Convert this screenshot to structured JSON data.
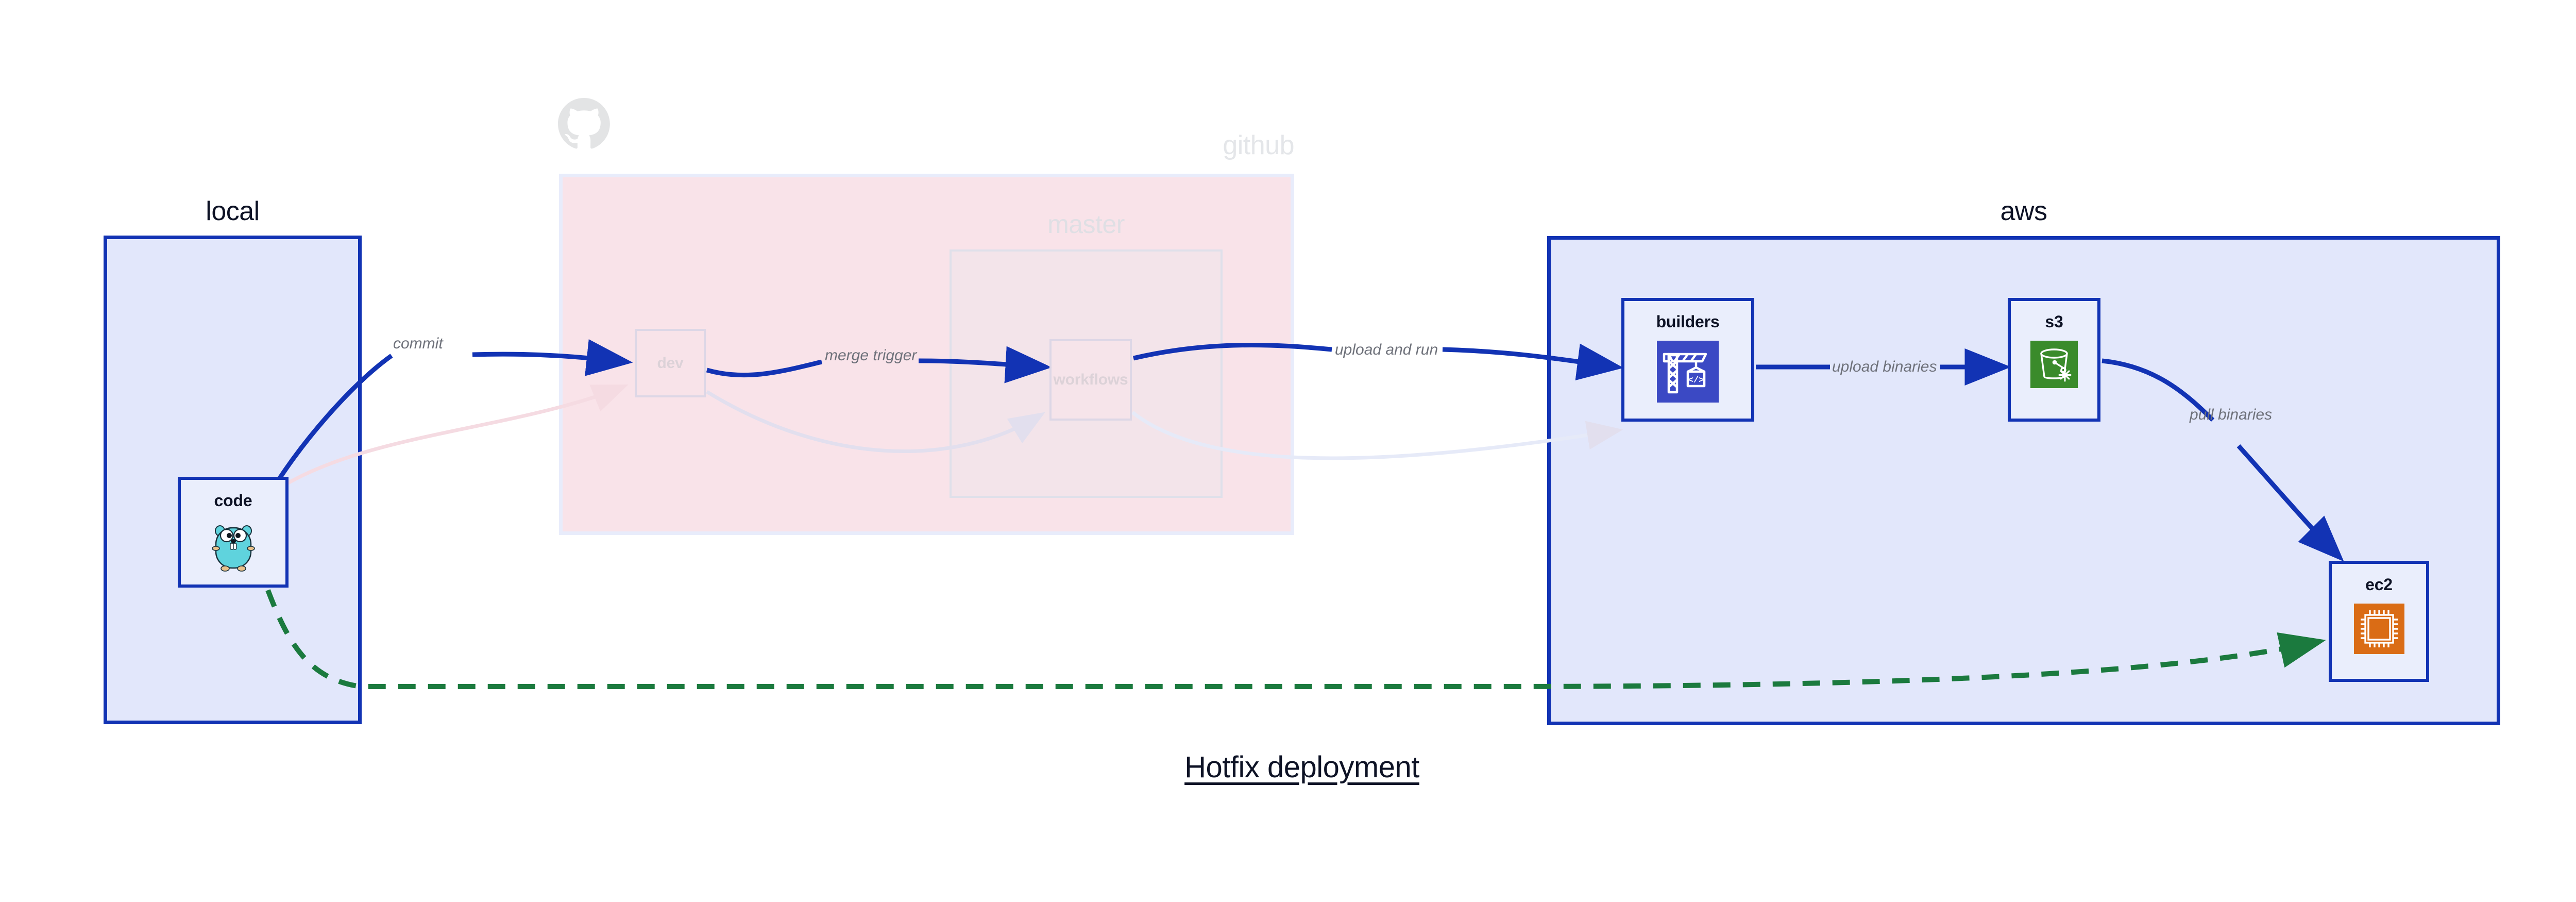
{
  "caption": "Hotfix deployment",
  "groups": [
    {
      "id": "local",
      "label": "local"
    },
    {
      "id": "github",
      "label": "github"
    },
    {
      "id": "master",
      "label": "master"
    },
    {
      "id": "aws",
      "label": "aws"
    }
  ],
  "nodes": [
    {
      "id": "code",
      "label": "code",
      "icon": "go-gopher-icon",
      "group": "local",
      "state": "active"
    },
    {
      "id": "dev",
      "label": "dev",
      "icon": "none",
      "group": "github",
      "state": "faded"
    },
    {
      "id": "workflows",
      "label": "workflows",
      "icon": "none",
      "group": "master",
      "state": "faded"
    },
    {
      "id": "builders",
      "label": "builders",
      "icon": "crane-code-icon",
      "group": "aws",
      "state": "active"
    },
    {
      "id": "s3",
      "label": "s3",
      "icon": "s3-bucket-icon",
      "group": "aws",
      "state": "active"
    },
    {
      "id": "ec2",
      "label": "ec2",
      "icon": "cpu-chip-icon",
      "group": "aws",
      "state": "active"
    }
  ],
  "edges": [
    {
      "id": "commit",
      "label": "commit",
      "from": "code",
      "to": "dev",
      "style": "solid",
      "color": "#1233b4",
      "state": "active"
    },
    {
      "id": "merge-trigger",
      "label": "merge trigger",
      "from": "dev",
      "to": "workflows",
      "style": "solid",
      "color": "#1233b4",
      "state": "active"
    },
    {
      "id": "upload-and-run",
      "label": "upload and run",
      "from": "workflows",
      "to": "builders",
      "style": "solid",
      "color": "#1233b4",
      "state": "active"
    },
    {
      "id": "upload-binaries",
      "label": "upload binaries",
      "from": "builders",
      "to": "s3",
      "style": "solid",
      "color": "#1233b4",
      "state": "active"
    },
    {
      "id": "pull-binaries",
      "label": "pull binaries",
      "from": "s3",
      "to": "ec2",
      "style": "solid",
      "color": "#1233b4",
      "state": "active"
    },
    {
      "id": "hotfix-direct",
      "label": "",
      "from": "code",
      "to": "ec2",
      "style": "dashed",
      "color": "#1b7a3e",
      "state": "active"
    },
    {
      "id": "faded-dev-back",
      "label": "",
      "from": "code",
      "to": "dev",
      "style": "solid",
      "color": "#f3d9e0",
      "state": "faded"
    },
    {
      "id": "faded-dev-wf",
      "label": "",
      "from": "dev",
      "to": "workflows",
      "style": "solid",
      "color": "#e0dceb",
      "state": "faded"
    },
    {
      "id": "faded-wf-build",
      "label": "",
      "from": "workflows",
      "to": "builders",
      "style": "solid",
      "color": "#e0dceb",
      "state": "faded"
    }
  ],
  "colors": {
    "accent_blue": "#1233b4",
    "container_fill_blue": "#e2e7fb",
    "node_fill_blue": "#eaeefc",
    "github_fill_pink": "#f9e3e9",
    "green_dashed": "#1b7a3e",
    "builders_icon_bg": "#3b49c4",
    "s3_icon_bg": "#3a8b2b",
    "ec2_icon_bg": "#da6c15",
    "label_gray": "#6e717a",
    "text_dark": "#0d1225"
  },
  "icons": {
    "github_logo": "github-octocat-icon"
  }
}
